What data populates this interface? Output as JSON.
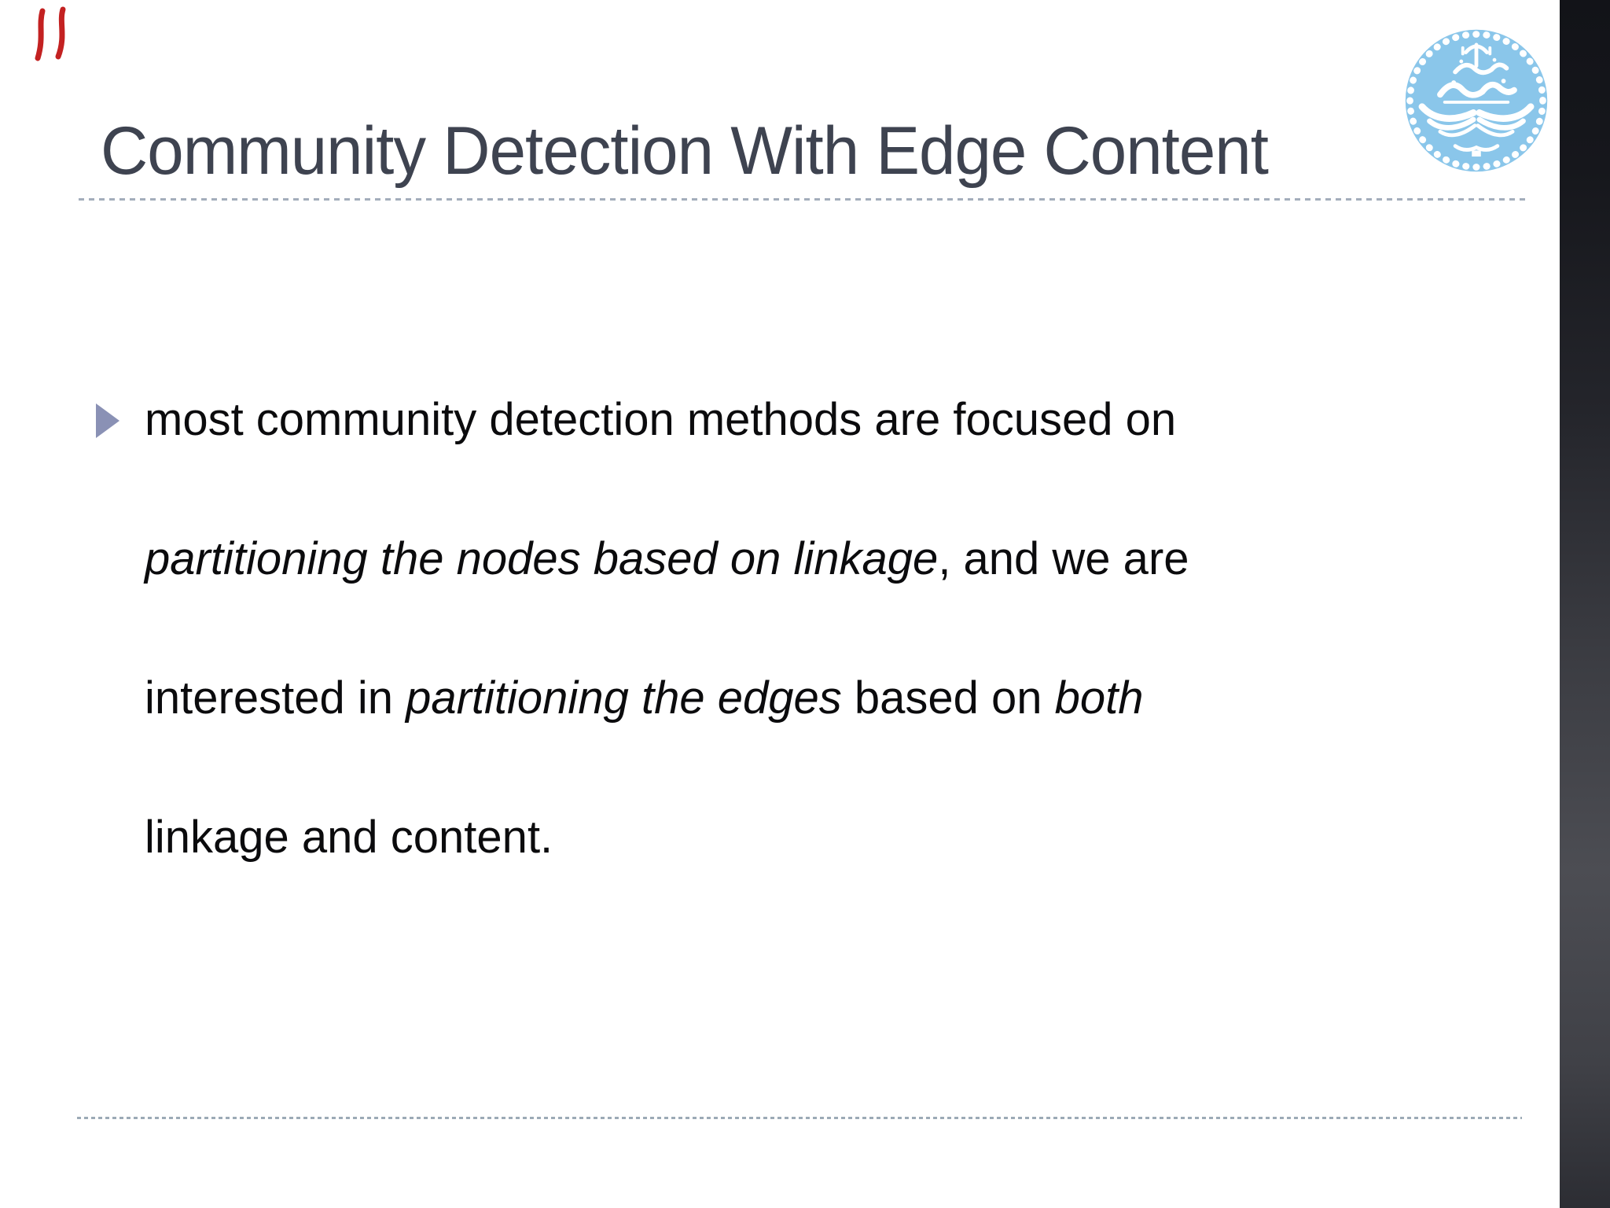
{
  "slide": {
    "title": "Community Detection With Edge Content",
    "bullet": {
      "marker": "triangle-right",
      "lines": [
        {
          "segments": [
            {
              "text": "most community detection methods are focused on",
              "italic": false
            }
          ]
        },
        {
          "segments": [
            {
              "text": "partitioning the nodes based on linkage",
              "italic": true
            },
            {
              "text": ", and we are",
              "italic": false
            }
          ]
        },
        {
          "segments": [
            {
              "text": "interested in ",
              "italic": false
            },
            {
              "text": "partitioning the edges",
              "italic": true
            },
            {
              "text": " based on ",
              "italic": false
            },
            {
              "text": "both",
              "italic": true
            }
          ]
        },
        {
          "segments": [
            {
              "text": "linkage and content.",
              "italic": false
            }
          ]
        }
      ]
    },
    "logo": {
      "label": "University of Tehran emblem",
      "color": "#8ac6ea"
    },
    "annotation": {
      "type": "red-pen-strokes",
      "color": "#c22020"
    },
    "colors": {
      "background": "#ffffff",
      "title": "#3e4350",
      "body_text": "#0b0b0d",
      "bullet_marker": "#8a91b5",
      "divider": "#a0aab6",
      "side_bar_dark": "#121318",
      "side_bar_light": "#4c4d53"
    }
  }
}
